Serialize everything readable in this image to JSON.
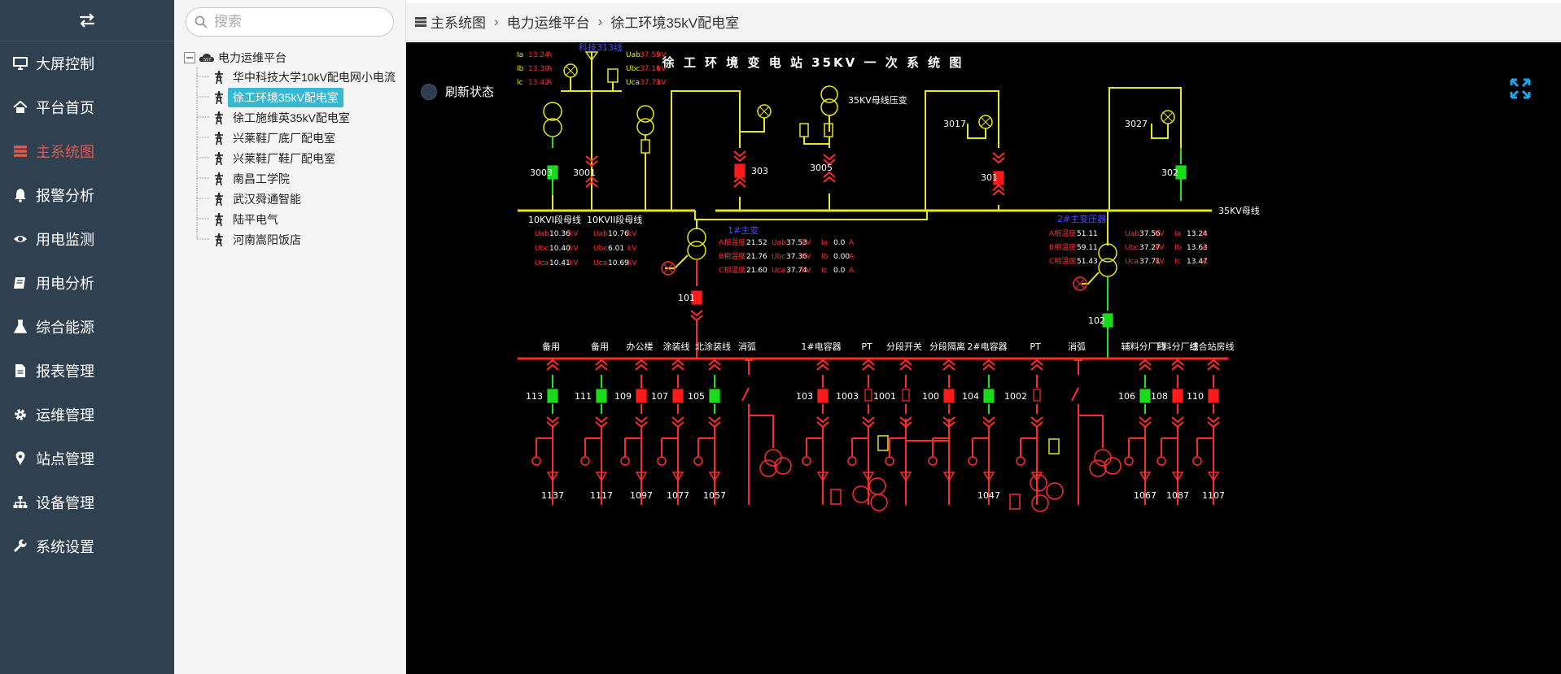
{
  "sidebar": {
    "items": [
      {
        "label": "大屏控制",
        "icon": "monitor-icon",
        "active": false
      },
      {
        "label": "平台首页",
        "icon": "home-icon",
        "active": false
      },
      {
        "label": "主系统图",
        "icon": "server-icon",
        "active": true
      },
      {
        "label": "报警分析",
        "icon": "bell-icon",
        "active": false
      },
      {
        "label": "用电监测",
        "icon": "eye-icon",
        "active": false
      },
      {
        "label": "用电分析",
        "icon": "book-icon",
        "active": false
      },
      {
        "label": "综合能源",
        "icon": "flask-icon",
        "active": false
      },
      {
        "label": "报表管理",
        "icon": "file-icon",
        "active": false
      },
      {
        "label": "运维管理",
        "icon": "gear-icon",
        "active": false
      },
      {
        "label": "站点管理",
        "icon": "map-marker-icon",
        "active": false
      },
      {
        "label": "设备管理",
        "icon": "sitemap-icon",
        "active": false
      },
      {
        "label": "系统设置",
        "icon": "wrench-icon",
        "active": false
      }
    ],
    "accent_color": "#e8554e",
    "bg_color": "#2f4050"
  },
  "search": {
    "placeholder": "搜索"
  },
  "tree": {
    "root_label": "电力运维平台",
    "items": [
      {
        "label": "华中科技大学10kV配电网小电流",
        "active": false
      },
      {
        "label": "徐工环境35kV配电室",
        "active": true
      },
      {
        "label": "徐工施维英35kV配电室",
        "active": false
      },
      {
        "label": "兴莱鞋厂底厂配电室",
        "active": false
      },
      {
        "label": "兴莱鞋厂鞋厂配电室",
        "active": false
      },
      {
        "label": "南昌工学院",
        "active": false
      },
      {
        "label": "武汉舜通智能",
        "active": false
      },
      {
        "label": "陆平电气",
        "active": false
      },
      {
        "label": "河南嵩阳饭店",
        "active": false
      }
    ]
  },
  "breadcrumb": {
    "items": [
      "主系统图",
      "电力运维平台",
      "徐工环境35kV配电室"
    ]
  },
  "diagram": {
    "title": "徐 工 环 境 变 电 站 35KV 一 次 系 统 图",
    "refresh_label": "刷新状态",
    "bus_labels": {
      "bus_10kv_1": "10KVI段母线",
      "bus_10kv_2": "10KVII段母线",
      "bus_35kv": "35KV母线",
      "pt_35kv": "35KV母线压变",
      "incoming": "科技313线",
      "tx1": "1#主变",
      "tx2": "2#主变压器"
    },
    "upper_switches": [
      {
        "id": "3003",
        "state": "green"
      },
      {
        "id": "3001",
        "state": "none"
      },
      {
        "id": "303",
        "state": "red"
      },
      {
        "id": "3005",
        "state": "none"
      },
      {
        "id": "3017",
        "state": "none"
      },
      {
        "id": "301",
        "state": "red"
      },
      {
        "id": "3027",
        "state": "none"
      },
      {
        "id": "302",
        "state": "green"
      },
      {
        "id": "101",
        "state": "red"
      },
      {
        "id": "102",
        "state": "green"
      }
    ],
    "meters_top_left": {
      "currents": [
        [
          "Ia",
          "13.24",
          "A"
        ],
        [
          "Ib",
          "13.30",
          "A"
        ],
        [
          "Ic",
          "13.42",
          "A"
        ]
      ],
      "voltages": [
        [
          "Uab",
          "37.59",
          "kV"
        ],
        [
          "Ubc",
          "37.16",
          "kV"
        ],
        [
          "Uca",
          "37.73",
          "kV"
        ]
      ]
    },
    "bus1_voltages": [
      [
        "Uab",
        "10.36",
        "kV"
      ],
      [
        "Ubc",
        "10.40",
        "kV"
      ],
      [
        "Uca",
        "10.41",
        "kV"
      ]
    ],
    "bus2_voltages": [
      [
        "Uab",
        "10.76",
        "kV"
      ],
      [
        "Ubc",
        "6.01",
        "kV"
      ],
      [
        "Uca",
        "10.69",
        "kV"
      ]
    ],
    "tx1_temps": [
      [
        "A相温度",
        "21.52"
      ],
      [
        "B相温度",
        "21.76"
      ],
      [
        "C相温度",
        "21.60"
      ]
    ],
    "tx1_voltages": [
      [
        "Uab",
        "37.53",
        "kV"
      ],
      [
        "Ubc",
        "37.36",
        "kV"
      ],
      [
        "Uca",
        "37.74",
        "kV"
      ]
    ],
    "tx1_currents": [
      [
        "Ia",
        "0.0",
        "A"
      ],
      [
        "Ib",
        "0.00",
        "A"
      ],
      [
        "Ic",
        "0.0",
        "A"
      ]
    ],
    "tx2_temps": [
      [
        "A相温度",
        "51.11"
      ],
      [
        "B相温度",
        "59.11"
      ],
      [
        "C相温度",
        "51.43"
      ]
    ],
    "tx2_voltages": [
      [
        "Uab",
        "37.56",
        "kV"
      ],
      [
        "Ubc",
        "37.27",
        "kV"
      ],
      [
        "Uca",
        "37.71",
        "kV"
      ]
    ],
    "tx2_currents": [
      [
        "Ia",
        "13.24",
        "A"
      ],
      [
        "Ib",
        "13.63",
        "A"
      ],
      [
        "Ic",
        "13.47",
        "A"
      ]
    ],
    "feeders": [
      {
        "name": "备用",
        "id": "113",
        "state": "green",
        "sub": "1137"
      },
      {
        "name": "备用",
        "id": "111",
        "state": "green",
        "sub": "1117"
      },
      {
        "name": "办公楼",
        "id": "109",
        "state": "red",
        "sub": "1097"
      },
      {
        "name": "涂装线",
        "id": "107",
        "state": "red",
        "sub": "1077"
      },
      {
        "name": "北涂装线",
        "id": "105",
        "state": "green",
        "sub": "1057"
      },
      {
        "name": "消弧",
        "id": "",
        "state": "none",
        "sub": ""
      },
      {
        "name": "1#电容器",
        "id": "103",
        "state": "red",
        "sub": ""
      },
      {
        "name": "PT",
        "id": "1003",
        "state": "none",
        "sub": ""
      },
      {
        "name": "分段开关",
        "id": "1001",
        "state": "none",
        "sub": ""
      },
      {
        "name": "分段隔离",
        "id": "100",
        "state": "red",
        "sub": ""
      },
      {
        "name": "2#电容器",
        "id": "104",
        "state": "green",
        "sub": "1047"
      },
      {
        "name": "PT",
        "id": "1002",
        "state": "none",
        "sub": ""
      },
      {
        "name": "消弧",
        "id": "",
        "state": "none",
        "sub": ""
      },
      {
        "name": "辅料分厂线",
        "id": "106",
        "state": "green",
        "sub": "1067"
      },
      {
        "name": "下料分厂线",
        "id": "108",
        "state": "red",
        "sub": "1087"
      },
      {
        "name": "综合站房线",
        "id": "110",
        "state": "red",
        "sub": "1107"
      }
    ],
    "colors": {
      "closed": "#ff1a1a",
      "open": "#1adb1a",
      "bus_yellow": "#e6e619",
      "bus_red": "#ff2b2b"
    }
  }
}
